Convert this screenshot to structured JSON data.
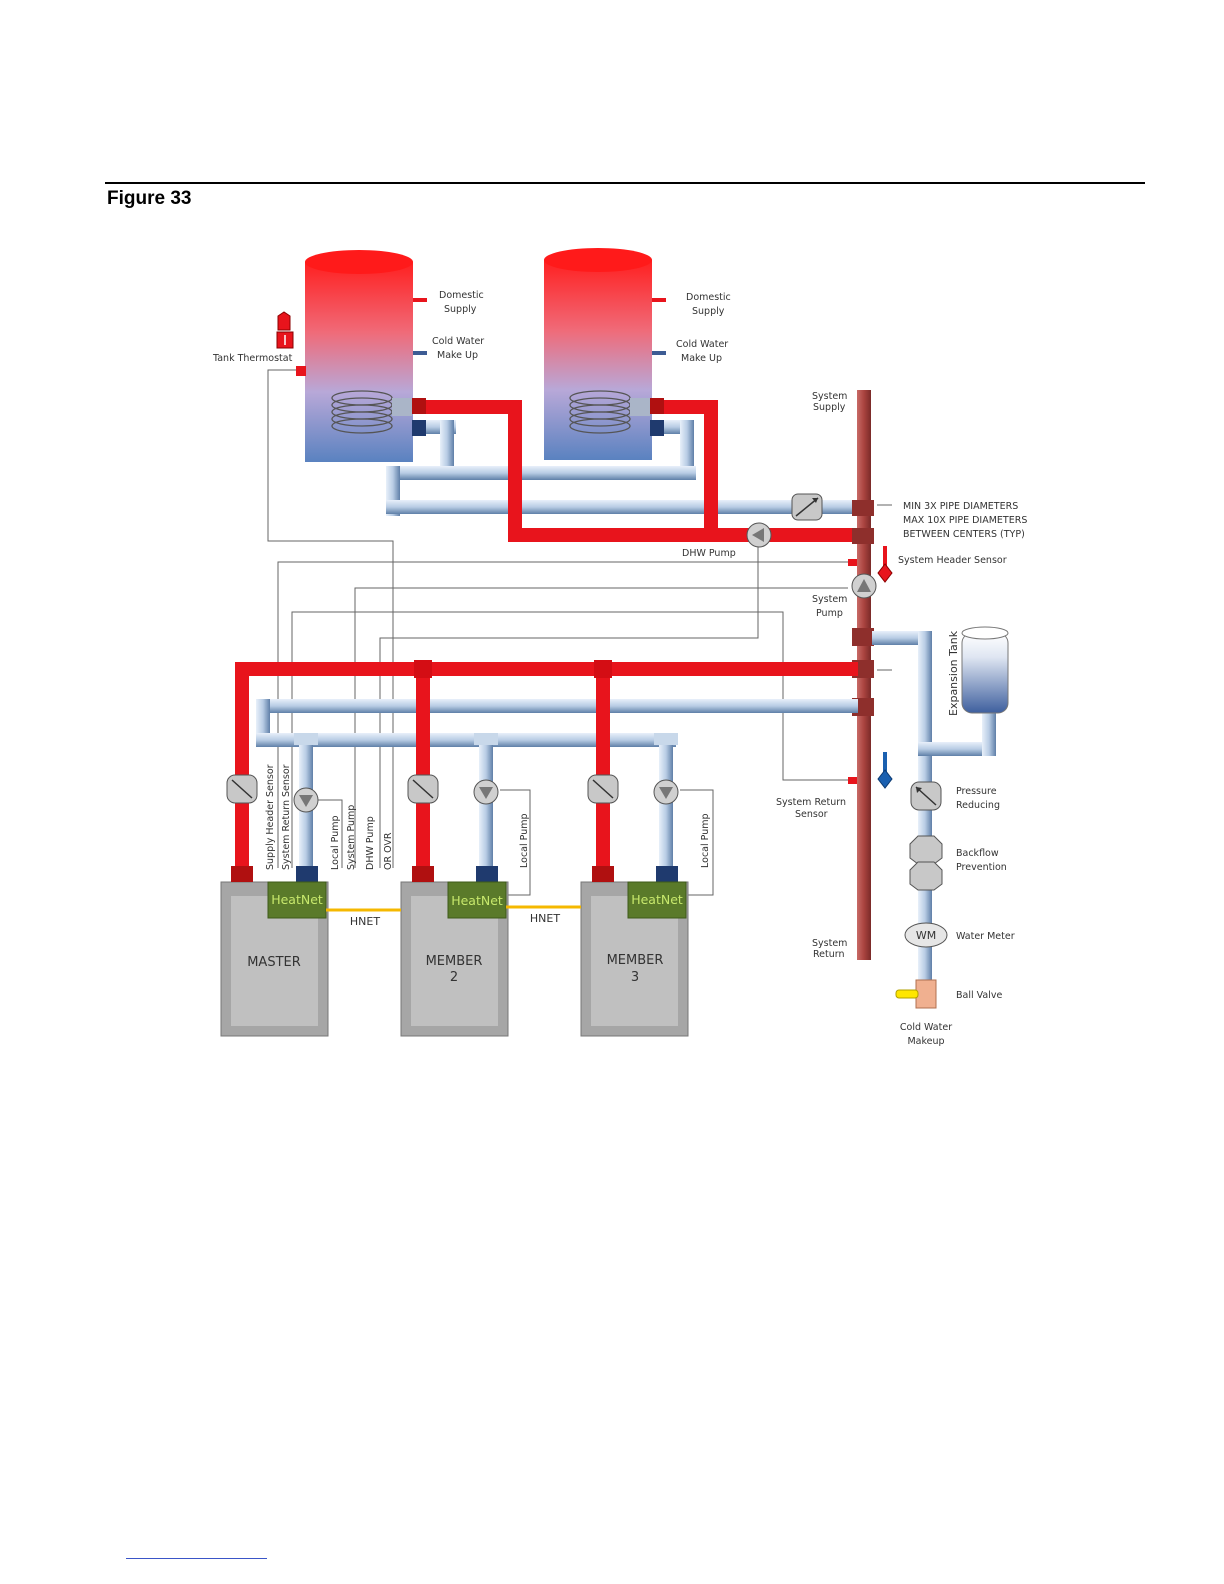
{
  "figure_title": "Figure 33",
  "labels": {
    "tank_thermostat": "Tank Thermostat",
    "domestic_supply": [
      "Domestic",
      "Supply"
    ],
    "cold_water_make_up": [
      "Cold Water",
      "Make Up"
    ],
    "system_supply": [
      "System",
      "Supply"
    ],
    "pipe_note": [
      "MIN 3X PIPE DIAMETERS",
      "MAX 10X PIPE DIAMETERS",
      "BETWEEN CENTERS (TYP)"
    ],
    "dhw_pump": "DHW Pump",
    "system_header_sensor": "System  Header Sensor",
    "system_pump": [
      "System",
      "Pump"
    ],
    "expansion_tank": "Expansion Tank",
    "pressure_reducing": [
      "Pressure",
      "Reducing"
    ],
    "backflow_prevention": [
      "Backflow",
      "Prevention"
    ],
    "water_meter": "Water Meter",
    "wm": "WM",
    "ball_valve": "Ball Valve",
    "cold_water_makeup": [
      "Cold Water",
      "Makeup"
    ],
    "system_return": [
      "System",
      "Return"
    ],
    "system_return_sensor": [
      "System Return",
      "Sensor"
    ],
    "vertical_wires": [
      "Supply Header Sensor",
      "System Return Sensor",
      "Local Pump",
      "System Pump",
      "DHW Pump",
      "OR OVR"
    ],
    "local_pump": "Local Pump",
    "hnet": "HNET",
    "heatnet": "HeatNet",
    "boilers": [
      {
        "name": [
          "MASTER"
        ]
      },
      {
        "name": [
          "MEMBER",
          "2"
        ]
      },
      {
        "name": [
          "MEMBER",
          "3"
        ]
      }
    ]
  },
  "colors": {
    "hot_pipe": "#e8141c",
    "cold_pipe": "#b8cce4",
    "header": "#a9433f",
    "heatnet_panel": "#5a7a2a",
    "boiler": "#a6a6a6",
    "hnet_wire": "#f5b800"
  }
}
